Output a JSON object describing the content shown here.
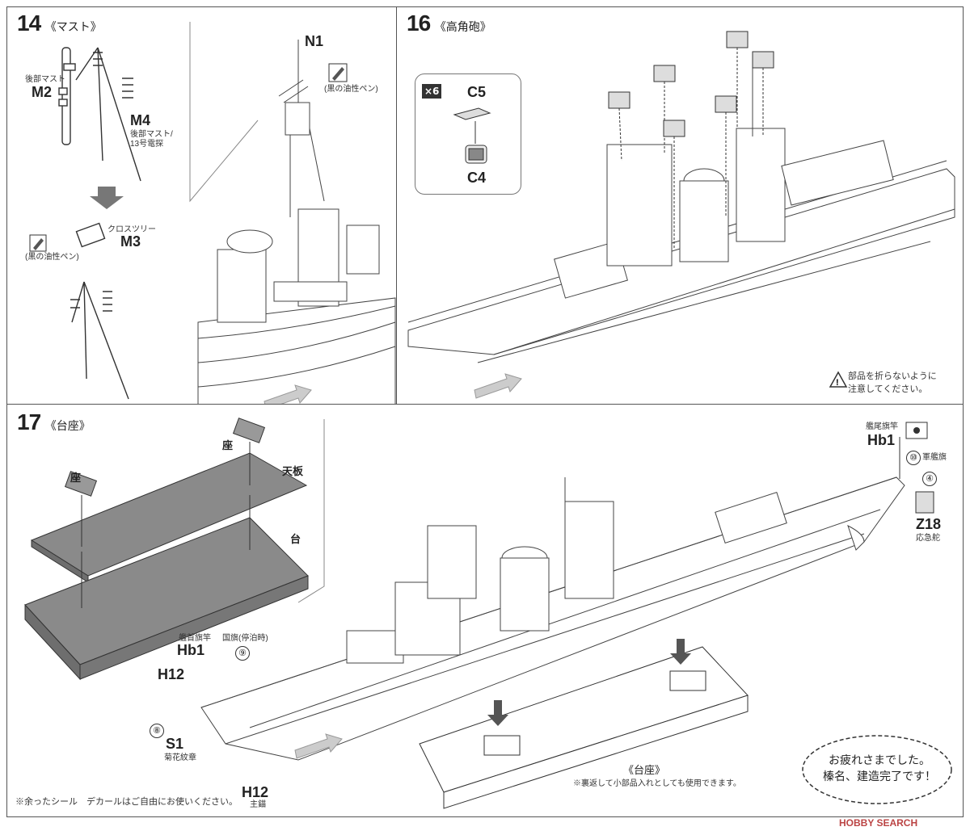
{
  "steps": {
    "s14": {
      "num": "14",
      "title": "《マスト》",
      "parts": {
        "m2_jp": "後部マスト",
        "m2": "M2",
        "m4": "M4",
        "m4_jp": "後部マスト/\n13号電探",
        "m3_jp": "クロスツリー",
        "m3": "M3",
        "n1": "N1",
        "pen1": "(黒の油性ペン)",
        "pen2": "(黒の油性ペン)"
      }
    },
    "s16": {
      "num": "16",
      "title": "《高角砲》",
      "qty": "×6",
      "c5": "C5",
      "c4": "C4",
      "warning": "部品を折らないように\n注意してください。"
    },
    "s17": {
      "num": "17",
      "title": "《台座》",
      "za1": "座",
      "za2": "座",
      "tenban": "天板",
      "dai": "台",
      "hb1_bow_jp": "艦首旗竿",
      "hb1_bow": "Hb1",
      "kokki": "国旗(停泊時)",
      "n9": "⑨",
      "h12_a": "H12",
      "n8": "⑧",
      "s1": "S1",
      "s1_jp": "菊花紋章",
      "h12_b": "H12",
      "h12_b_jp": "主錨",
      "hb1_stern_jp": "艦尾旗竿",
      "hb1_stern": "Hb1",
      "n10": "⑩",
      "gunki": "軍艦旗",
      "n4": "④",
      "z18": "Z18",
      "z18_jp": "応急舵",
      "stand_title": "《台座》",
      "stand_note": "※裏返して小部品入れとしても使用できます。",
      "bubble": "お疲れさまでした。\n榛名、建造完了です！",
      "leftover": "※余ったシール　デカールはご自由にお使いください。"
    },
    "watermark": "HOBBY SEARCH"
  },
  "colors": {
    "line": "#333333",
    "base_gray": "#8a8a8a",
    "base_dark": "#6e6e6e",
    "hull_shade": "#d9d9d9"
  }
}
